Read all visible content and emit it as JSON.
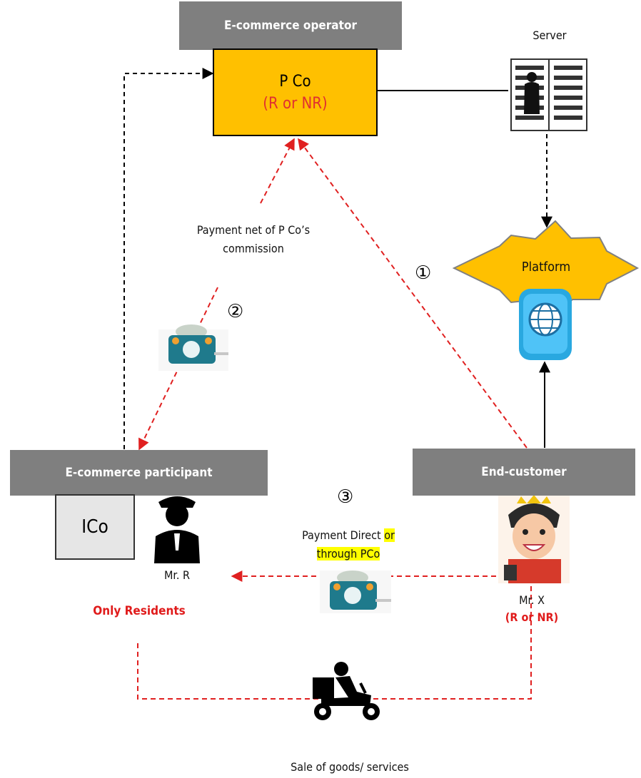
{
  "headers": {
    "operator": "E-commerce operator",
    "participant": "E-commerce participant",
    "customer": "End-customer"
  },
  "pco": {
    "title": "P Co",
    "status": "(R or NR)"
  },
  "server": {
    "label": "Server",
    "icon": "server-rack-icon"
  },
  "platform": {
    "label": "Platform",
    "icon": "globe-phone-icon"
  },
  "ico": {
    "label": "ICo"
  },
  "mr_r": {
    "label": "Mr. R",
    "icon": "officer-icon"
  },
  "mr_x": {
    "label": "Mr. X",
    "status": "(R or NR)",
    "icon": "customer-icon"
  },
  "only_residents": "Only Residents",
  "payment_net": {
    "line1": "Payment net of P Co’s",
    "line2": "commission"
  },
  "payment_direct": {
    "line1": "Payment Direct",
    "line1_hl": "or",
    "line2": "through PCo"
  },
  "sale": "Sale of goods/ services",
  "steps": {
    "one": "①",
    "two": "②",
    "three": "③"
  },
  "colors": {
    "header_gray": "#7f7f7f",
    "pco_fill": "#ffc000",
    "flow_red": "#e02020",
    "residents_red": "#e01b1b",
    "platform_fill": "#ffc000",
    "highlight": "#ffff00"
  }
}
